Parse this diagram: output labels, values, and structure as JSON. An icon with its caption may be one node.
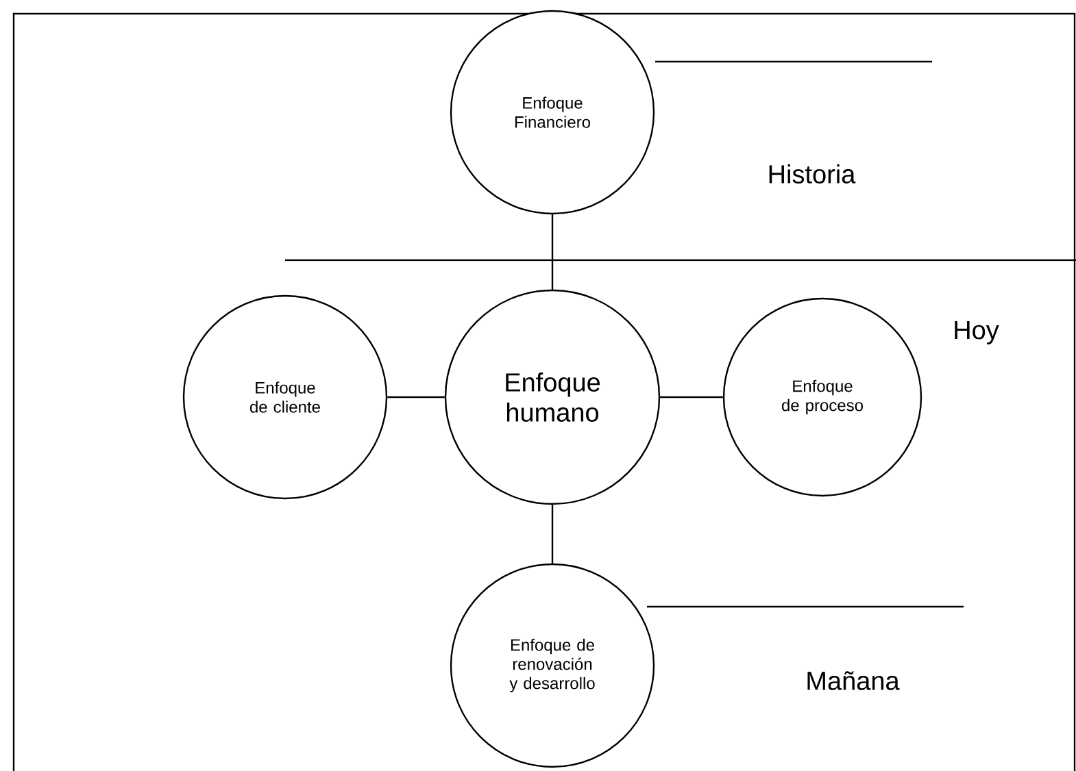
{
  "diagram": {
    "nodes": [
      {
        "text": [
          "Enfoque Financiero"
        ]
      },
      {
        "text": [
          "Enfoque de cliente"
        ]
      },
      {
        "text": [
          "Enfoque humano"
        ]
      },
      {
        "text": [
          "Enfoque de proceso"
        ]
      },
      {
        "text": [
          "Enfoque de renovación y desarrollo"
        ]
      }
    ],
    "edges": [
      {
        "from": 0,
        "to": 2,
        "arrow": "none"
      },
      {
        "from": 1,
        "to": 2,
        "arrow": "none"
      },
      {
        "from": 2,
        "to": 3,
        "arrow": "none"
      },
      {
        "from": 2,
        "to": 4,
        "arrow": "none"
      }
    ],
    "labels": [
      "Historia",
      "Hoy",
      "Mañana"
    ]
  }
}
